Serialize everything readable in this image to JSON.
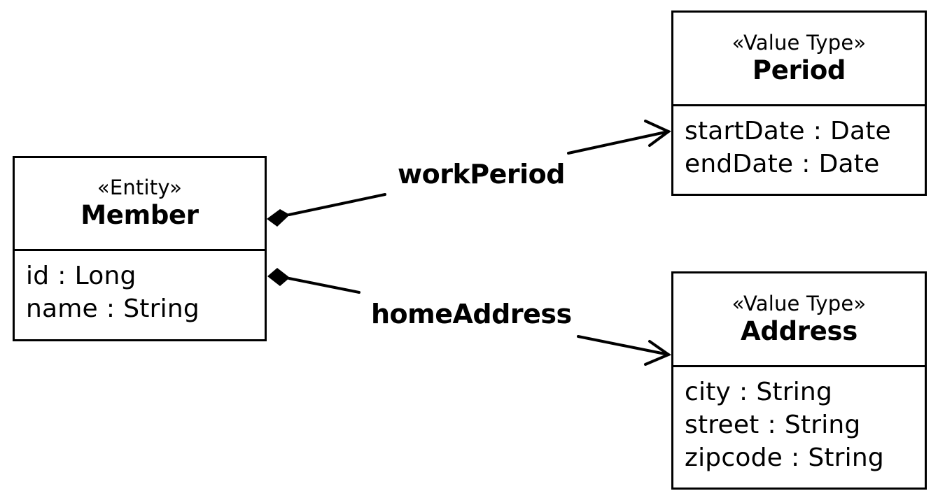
{
  "classes": {
    "member": {
      "stereotype": "«Entity»",
      "name": "Member",
      "attributes": [
        {
          "name": "id",
          "type": "Long"
        },
        {
          "name": "name",
          "type": "String"
        }
      ]
    },
    "period": {
      "stereotype": "«Value Type»",
      "name": "Period",
      "attributes": [
        {
          "name": "startDate",
          "type": "Date"
        },
        {
          "name": "endDate",
          "type": "Date"
        }
      ]
    },
    "address": {
      "stereotype": "«Value Type»",
      "name": "Address",
      "attributes": [
        {
          "name": "city",
          "type": "String"
        },
        {
          "name": "street",
          "type": "String"
        },
        {
          "name": "zipcode",
          "type": "String"
        }
      ]
    }
  },
  "associations": {
    "work_period": {
      "label": "workPeriod",
      "from": "Member",
      "to": "Period",
      "kind": "composition"
    },
    "home_address": {
      "label": "homeAddress",
      "from": "Member",
      "to": "Address",
      "kind": "composition"
    }
  },
  "separator": ":"
}
